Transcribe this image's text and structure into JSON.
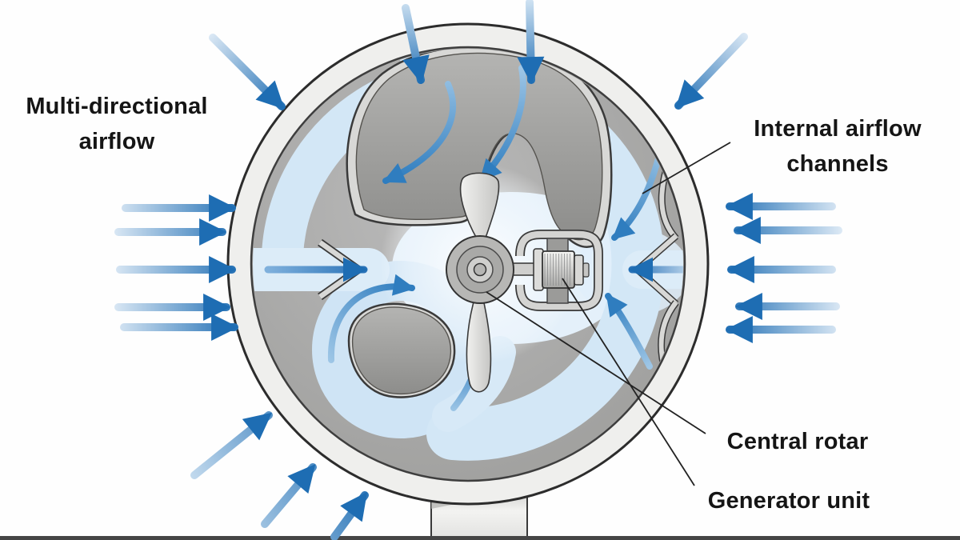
{
  "labels": {
    "multi_directional": "Multi-directional airflow",
    "internal_channels": "Internal airflow channels",
    "central_rotor": "Central rotar",
    "generator_unit": "Generator unit"
  },
  "colors": {
    "arrow_blue_dark": "#1e6db3",
    "arrow_blue_mid": "#2f7dbf",
    "channel_light_blue": "#d3e7f6",
    "body_gray": "#a6a6a4",
    "ring_gray": "#efefed",
    "wall_gray": "#d8d8d6",
    "outline_dark": "#333333",
    "label_text": "#151515"
  },
  "airflow": {
    "left_inward_arrows": 5,
    "right_inward_arrows": 5,
    "top_inward_arrows": 4,
    "bottom_left_inward_arrows": 3,
    "internal_flow_arrows": 8,
    "direction": "inward from all sides toward central rotor"
  },
  "leader_lines": {
    "count": 3,
    "targets": [
      "internal airflow channel",
      "central rotor hub",
      "generator unit"
    ]
  }
}
